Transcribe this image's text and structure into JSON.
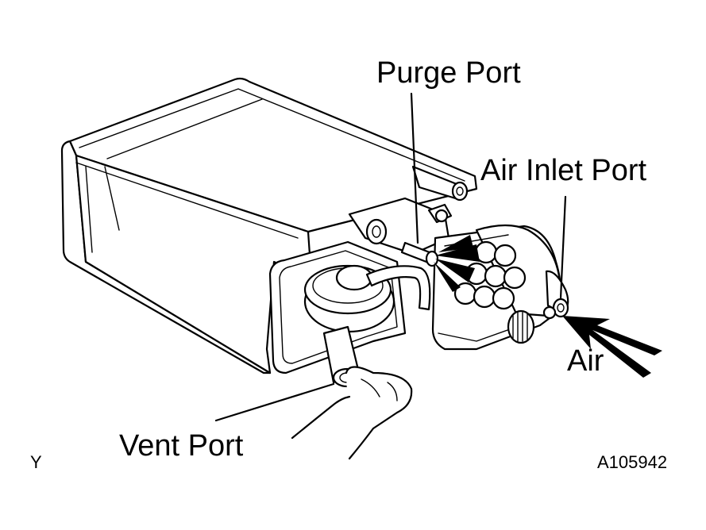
{
  "labels": {
    "purge_port": "Purge Port",
    "air_inlet_port": "Air Inlet Port",
    "air": "Air",
    "vent_port": "Vent Port",
    "view_letter": "Y",
    "figure_id": "A105942"
  }
}
